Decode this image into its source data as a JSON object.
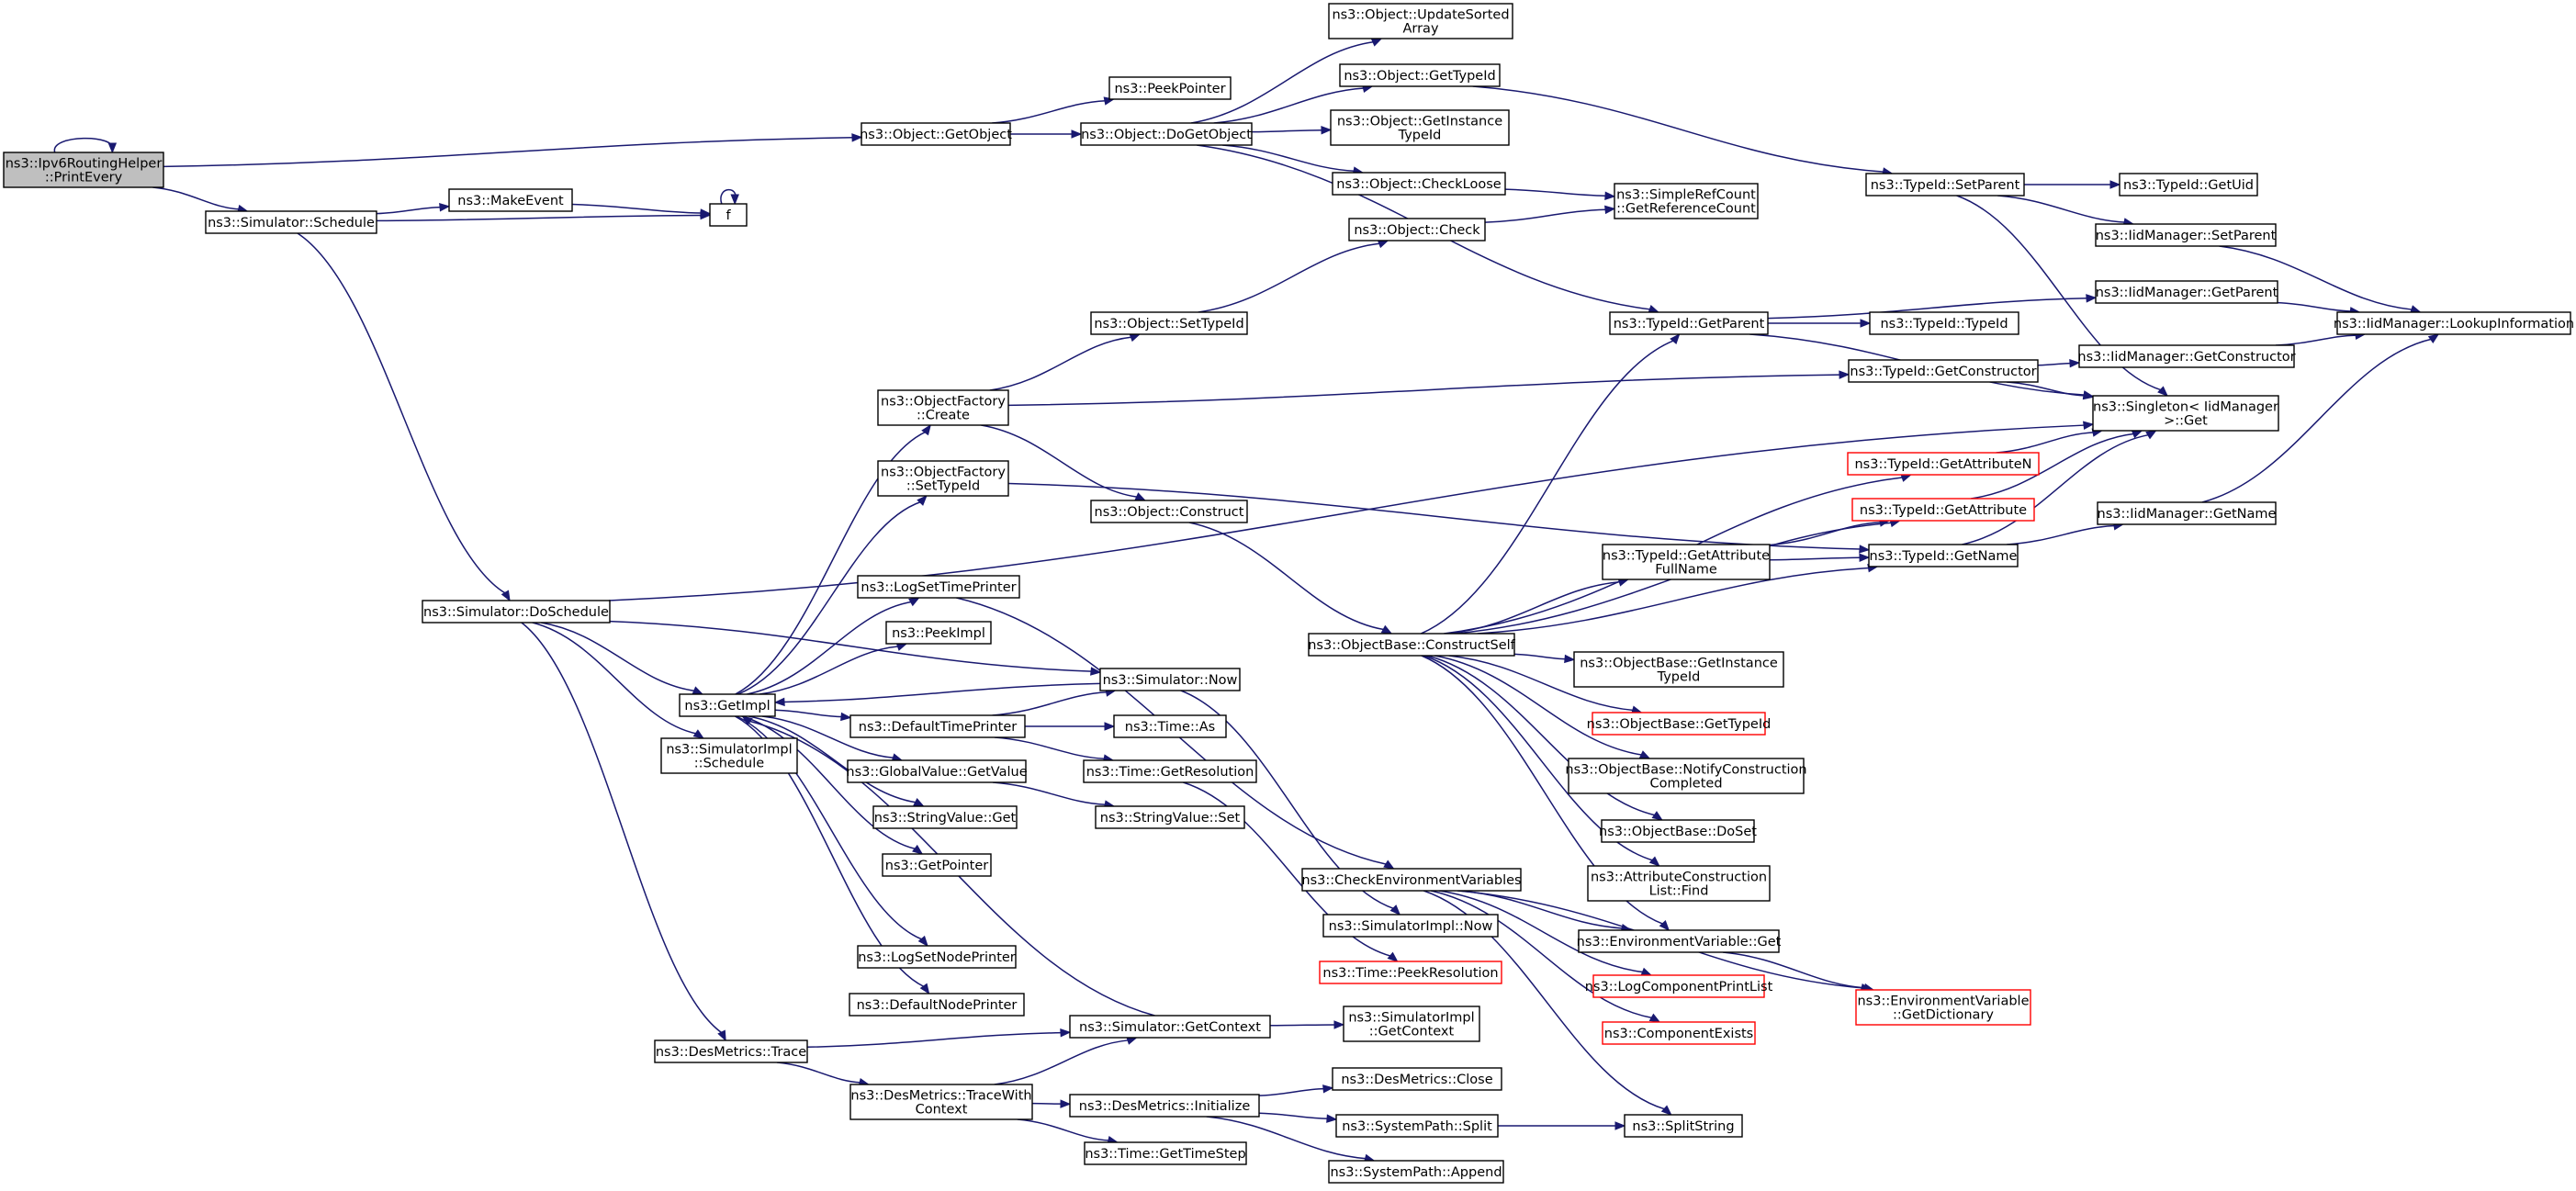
{
  "graph": {
    "nodes": [
      {
        "id": "root",
        "lines": [
          "ns3::Ipv6RoutingHelper",
          "::PrintEvery"
        ],
        "root": true
      },
      {
        "id": "getobject",
        "lines": [
          "ns3::Object::GetObject"
        ]
      },
      {
        "id": "schedule",
        "lines": [
          "ns3::Simulator::Schedule"
        ]
      },
      {
        "id": "makeevent",
        "lines": [
          "ns3::MakeEvent"
        ]
      },
      {
        "id": "f",
        "lines": [
          "f"
        ]
      },
      {
        "id": "doschedule",
        "lines": [
          "ns3::Simulator::DoSchedule"
        ]
      },
      {
        "id": "destrace",
        "lines": [
          "ns3::DesMetrics::Trace"
        ]
      },
      {
        "id": "peekpointer",
        "lines": [
          "ns3::PeekPointer"
        ]
      },
      {
        "id": "dogetobject",
        "lines": [
          "ns3::Object::DoGetObject"
        ]
      },
      {
        "id": "updatesorted",
        "lines": [
          "ns3::Object::UpdateSorted",
          "Array"
        ]
      },
      {
        "id": "objgettypeid",
        "lines": [
          "ns3::Object::GetTypeId"
        ]
      },
      {
        "id": "getinstance",
        "lines": [
          "ns3::Object::GetInstance",
          "TypeId"
        ]
      },
      {
        "id": "checkloose",
        "lines": [
          "ns3::Object::CheckLoose"
        ]
      },
      {
        "id": "check",
        "lines": [
          "ns3::Object::Check"
        ]
      },
      {
        "id": "getrefcount",
        "lines": [
          "ns3::SimpleRefCount",
          "::GetReferenceCount"
        ]
      },
      {
        "id": "setparent",
        "lines": [
          "ns3::TypeId::SetParent"
        ]
      },
      {
        "id": "getuid",
        "lines": [
          "ns3::TypeId::GetUid"
        ]
      },
      {
        "id": "iidsetparent",
        "lines": [
          "ns3::IidManager::SetParent"
        ]
      },
      {
        "id": "iidgetparent",
        "lines": [
          "ns3::IidManager::GetParent"
        ]
      },
      {
        "id": "lookupinfo",
        "lines": [
          "ns3::IidManager::LookupInformation"
        ]
      },
      {
        "id": "getparent",
        "lines": [
          "ns3::TypeId::GetParent"
        ]
      },
      {
        "id": "typeidtypeid",
        "lines": [
          "ns3::TypeId::TypeId"
        ]
      },
      {
        "id": "iidgetconstructor",
        "lines": [
          "ns3::IidManager::GetConstructor"
        ]
      },
      {
        "id": "getconstructor",
        "lines": [
          "ns3::TypeId::GetConstructor"
        ]
      },
      {
        "id": "singletonget",
        "lines": [
          "ns3::Singleton< IidManager",
          " >::Get"
        ]
      },
      {
        "id": "objsettypeid",
        "lines": [
          "ns3::Object::SetTypeId"
        ]
      },
      {
        "id": "factorycreate",
        "lines": [
          "ns3::ObjectFactory",
          "::Create"
        ]
      },
      {
        "id": "factorysettypeid",
        "lines": [
          "ns3::ObjectFactory",
          "::SetTypeId"
        ]
      },
      {
        "id": "objconstruct",
        "lines": [
          "ns3::Object::Construct"
        ]
      },
      {
        "id": "getattributen",
        "lines": [
          "ns3::TypeId::GetAttributeN"
        ],
        "trunc": true
      },
      {
        "id": "getattribute",
        "lines": [
          "ns3::TypeId::GetAttribute"
        ],
        "trunc": true
      },
      {
        "id": "getattrfullname",
        "lines": [
          "ns3::TypeId::GetAttribute",
          "FullName"
        ]
      },
      {
        "id": "typeidgetname",
        "lines": [
          "ns3::TypeId::GetName"
        ]
      },
      {
        "id": "iidgetname",
        "lines": [
          "ns3::IidManager::GetName"
        ]
      },
      {
        "id": "logsettimeprinter",
        "lines": [
          "ns3::LogSetTimePrinter"
        ]
      },
      {
        "id": "peekimpl",
        "lines": [
          "ns3::PeekImpl"
        ]
      },
      {
        "id": "simnow",
        "lines": [
          "ns3::Simulator::Now"
        ]
      },
      {
        "id": "getimpl",
        "lines": [
          "ns3::GetImpl"
        ]
      },
      {
        "id": "defaulttimeprinter",
        "lines": [
          "ns3::DefaultTimePrinter"
        ]
      },
      {
        "id": "timeas",
        "lines": [
          "ns3::Time::As"
        ]
      },
      {
        "id": "gettresolution",
        "lines": [
          "ns3::Time::GetResolution"
        ]
      },
      {
        "id": "globalgetvalue",
        "lines": [
          "ns3::GlobalValue::GetValue"
        ]
      },
      {
        "id": "stringvalueget",
        "lines": [
          "ns3::StringValue::Get"
        ]
      },
      {
        "id": "stringvalueset",
        "lines": [
          "ns3::StringValue::Set"
        ]
      },
      {
        "id": "getpointer",
        "lines": [
          "ns3::GetPointer"
        ]
      },
      {
        "id": "simimplschedule",
        "lines": [
          "ns3::SimulatorImpl",
          "::Schedule"
        ]
      },
      {
        "id": "constructself",
        "lines": [
          "ns3::ObjectBase::ConstructSelf"
        ]
      },
      {
        "id": "obgetinstance",
        "lines": [
          "ns3::ObjectBase::GetInstance",
          "TypeId"
        ]
      },
      {
        "id": "obgettypeid",
        "lines": [
          "ns3::ObjectBase::GetTypeId"
        ],
        "trunc": true
      },
      {
        "id": "notifyconstruction",
        "lines": [
          "ns3::ObjectBase::NotifyConstruction",
          "Completed"
        ]
      },
      {
        "id": "doset",
        "lines": [
          "ns3::ObjectBase::DoSet"
        ]
      },
      {
        "id": "attrconstructfind",
        "lines": [
          "ns3::AttributeConstruction",
          "List::Find"
        ]
      },
      {
        "id": "checkenv",
        "lines": [
          "ns3::CheckEnvironmentVariables"
        ]
      },
      {
        "id": "simimplnow",
        "lines": [
          "ns3::SimulatorImpl::Now"
        ]
      },
      {
        "id": "peekresolution",
        "lines": [
          "ns3::Time::PeekResolution"
        ],
        "trunc": true
      },
      {
        "id": "envget",
        "lines": [
          "ns3::EnvironmentVariable::Get"
        ]
      },
      {
        "id": "logcomponentprintlist",
        "lines": [
          "ns3::LogComponentPrintList"
        ],
        "trunc": true
      },
      {
        "id": "envgetdictionary",
        "lines": [
          "ns3::EnvironmentVariable",
          "::GetDictionary"
        ],
        "trunc": true
      },
      {
        "id": "componentexists",
        "lines": [
          "ns3::ComponentExists"
        ],
        "trunc": true
      },
      {
        "id": "logsetnodeprinter",
        "lines": [
          "ns3::LogSetNodePrinter"
        ]
      },
      {
        "id": "defaultnodeprinter",
        "lines": [
          "ns3::DefaultNodePrinter"
        ]
      },
      {
        "id": "simgetcontext",
        "lines": [
          "ns3::Simulator::GetContext"
        ]
      },
      {
        "id": "simimplgetcontext",
        "lines": [
          "ns3::SimulatorImpl",
          "::GetContext"
        ]
      },
      {
        "id": "tracewithcontext",
        "lines": [
          "ns3::DesMetrics::TraceWith",
          "Context"
        ]
      },
      {
        "id": "desinitialize",
        "lines": [
          "ns3::DesMetrics::Initialize"
        ]
      },
      {
        "id": "desclose",
        "lines": [
          "ns3::DesMetrics::Close"
        ]
      },
      {
        "id": "syssplit",
        "lines": [
          "ns3::SystemPath::Split"
        ]
      },
      {
        "id": "splitstring",
        "lines": [
          "ns3::SplitString"
        ]
      },
      {
        "id": "sysappend",
        "lines": [
          "ns3::SystemPath::Append"
        ]
      },
      {
        "id": "timegettimestep",
        "lines": [
          "ns3::Time::GetTimeStep"
        ]
      }
    ],
    "edges": [
      [
        "root",
        "root"
      ],
      [
        "root",
        "getobject"
      ],
      [
        "root",
        "schedule"
      ],
      [
        "getobject",
        "peekpointer"
      ],
      [
        "getobject",
        "dogetobject"
      ],
      [
        "dogetobject",
        "updatesorted"
      ],
      [
        "dogetobject",
        "objgettypeid"
      ],
      [
        "dogetobject",
        "getinstance"
      ],
      [
        "dogetobject",
        "checkloose"
      ],
      [
        "dogetobject",
        "getparent"
      ],
      [
        "objgettypeid",
        "setparent"
      ],
      [
        "checkloose",
        "getrefcount"
      ],
      [
        "check",
        "getrefcount"
      ],
      [
        "setparent",
        "getuid"
      ],
      [
        "setparent",
        "iidsetparent"
      ],
      [
        "setparent",
        "singletonget"
      ],
      [
        "iidsetparent",
        "lookupinfo"
      ],
      [
        "iidgetparent",
        "lookupinfo"
      ],
      [
        "iidgetconstructor",
        "lookupinfo"
      ],
      [
        "iidgetname",
        "lookupinfo"
      ],
      [
        "getparent",
        "iidgetparent"
      ],
      [
        "getparent",
        "typeidtypeid"
      ],
      [
        "getparent",
        "singletonget"
      ],
      [
        "getconstructor",
        "iidgetconstructor"
      ],
      [
        "getconstructor",
        "singletonget"
      ],
      [
        "getattributen",
        "singletonget"
      ],
      [
        "getattribute",
        "singletonget"
      ],
      [
        "typeidgetname",
        "singletonget"
      ],
      [
        "typeidgetname",
        "iidgetname"
      ],
      [
        "getattrfullname",
        "getattribute"
      ],
      [
        "getattrfullname",
        "typeidgetname"
      ],
      [
        "schedule",
        "makeevent"
      ],
      [
        "schedule",
        "f"
      ],
      [
        "schedule",
        "doschedule"
      ],
      [
        "makeevent",
        "f"
      ],
      [
        "f",
        "f"
      ],
      [
        "doschedule",
        "singletonget"
      ],
      [
        "doschedule",
        "simnow"
      ],
      [
        "doschedule",
        "getimpl"
      ],
      [
        "doschedule",
        "simimplschedule"
      ],
      [
        "doschedule",
        "destrace"
      ],
      [
        "objsettypeid",
        "check"
      ],
      [
        "factorycreate",
        "objsettypeid"
      ],
      [
        "factorycreate",
        "getconstructor"
      ],
      [
        "factorycreate",
        "objconstruct"
      ],
      [
        "factorysettypeid",
        "typeidgetname"
      ],
      [
        "objconstruct",
        "constructself"
      ],
      [
        "constructself",
        "getparent"
      ],
      [
        "constructself",
        "getattributen"
      ],
      [
        "constructself",
        "getattribute"
      ],
      [
        "constructself",
        "getattrfullname"
      ],
      [
        "constructself",
        "typeidgetname"
      ],
      [
        "constructself",
        "obgetinstance"
      ],
      [
        "constructself",
        "obgettypeid"
      ],
      [
        "constructself",
        "notifyconstruction"
      ],
      [
        "constructself",
        "doset"
      ],
      [
        "constructself",
        "attrconstructfind"
      ],
      [
        "constructself",
        "envget"
      ],
      [
        "getimpl",
        "factorycreate"
      ],
      [
        "getimpl",
        "factorysettypeid"
      ],
      [
        "getimpl",
        "logsettimeprinter"
      ],
      [
        "getimpl",
        "peekimpl"
      ],
      [
        "getimpl",
        "defaulttimeprinter"
      ],
      [
        "getimpl",
        "globalgetvalue"
      ],
      [
        "getimpl",
        "stringvalueget"
      ],
      [
        "getimpl",
        "getpointer"
      ],
      [
        "getimpl",
        "logsetnodeprinter"
      ],
      [
        "getimpl",
        "defaultnodeprinter"
      ],
      [
        "simnow",
        "getimpl"
      ],
      [
        "simnow",
        "simimplnow"
      ],
      [
        "simgetcontext",
        "getimpl"
      ],
      [
        "simgetcontext",
        "simimplgetcontext"
      ],
      [
        "defaulttimeprinter",
        "simnow"
      ],
      [
        "defaulttimeprinter",
        "timeas"
      ],
      [
        "defaulttimeprinter",
        "gettresolution"
      ],
      [
        "gettresolution",
        "peekresolution"
      ],
      [
        "globalgetvalue",
        "stringvalueset"
      ],
      [
        "logsettimeprinter",
        "checkenv"
      ],
      [
        "checkenv",
        "envget"
      ],
      [
        "checkenv",
        "logcomponentprintlist"
      ],
      [
        "checkenv",
        "componentexists"
      ],
      [
        "checkenv",
        "envgetdictionary"
      ],
      [
        "checkenv",
        "splitstring"
      ],
      [
        "envget",
        "envgetdictionary"
      ],
      [
        "destrace",
        "simgetcontext"
      ],
      [
        "destrace",
        "tracewithcontext"
      ],
      [
        "tracewithcontext",
        "simgetcontext"
      ],
      [
        "tracewithcontext",
        "desinitialize"
      ],
      [
        "tracewithcontext",
        "timegettimestep"
      ],
      [
        "desinitialize",
        "desclose"
      ],
      [
        "desinitialize",
        "syssplit"
      ],
      [
        "desinitialize",
        "sysappend"
      ],
      [
        "syssplit",
        "splitstring"
      ]
    ]
  }
}
